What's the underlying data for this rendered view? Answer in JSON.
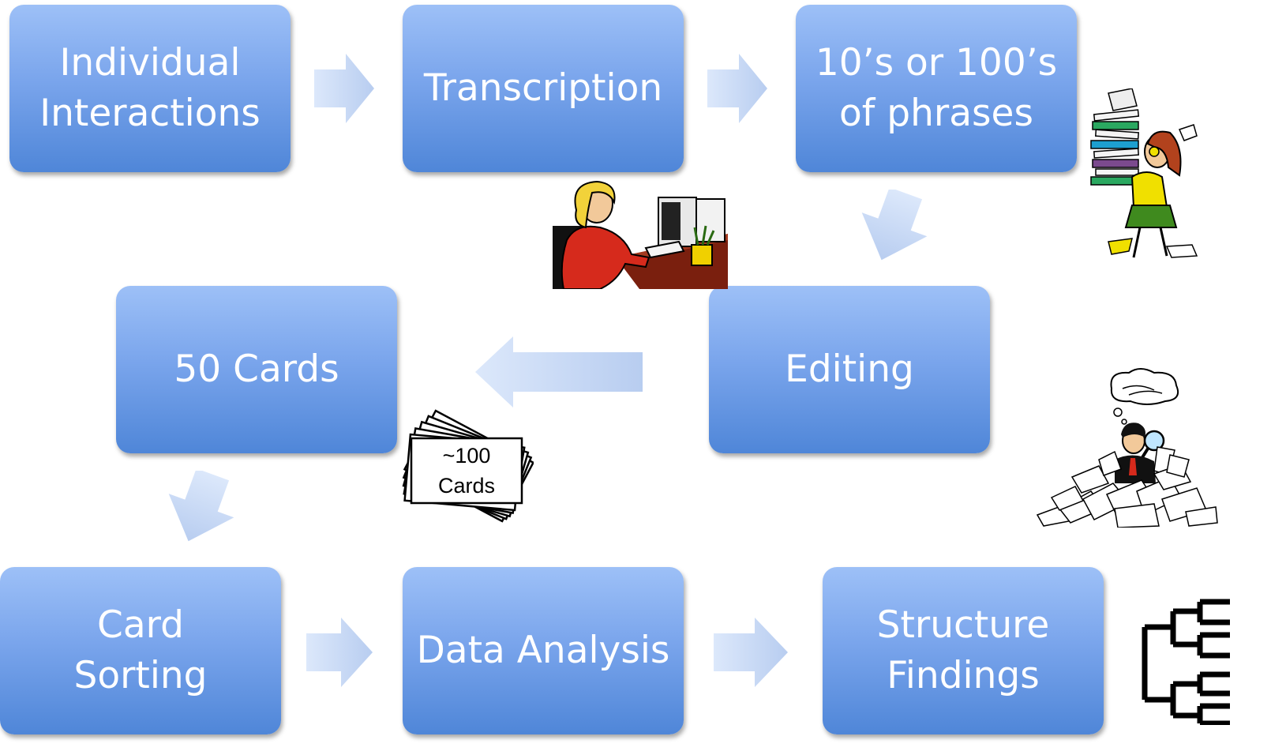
{
  "steps": {
    "individual_interactions": [
      "Individual",
      "Interactions"
    ],
    "transcription": [
      "Transcription"
    ],
    "phrases": [
      "10’s or 100’s",
      "of phrases"
    ],
    "editing": [
      "Editing"
    ],
    "fifty_cards": [
      "50 Cards"
    ],
    "card_sorting": [
      "Card",
      "Sorting"
    ],
    "data_analysis": [
      "Data Analysis"
    ],
    "structure_findings": [
      "Structure",
      "Findings"
    ]
  },
  "card_stack_label": [
    "~100",
    "Cards"
  ],
  "colors": {
    "box_top": "#9dc0f7",
    "box_bottom": "#4f86d8",
    "arrow_light": "#dce8fb",
    "arrow_dark": "#b8cdf0",
    "text": "#ffffff"
  },
  "icons": [
    "arrow-right-icon",
    "arrow-left-icon",
    "arrow-down-icon",
    "typist-clipart",
    "paper-stack-clipart",
    "card-stack-icon",
    "detective-papers-clipart",
    "tree-diagram-icon"
  ]
}
